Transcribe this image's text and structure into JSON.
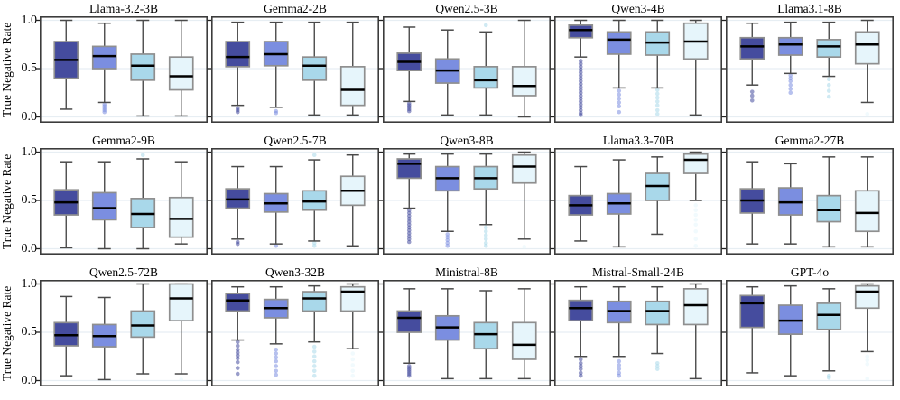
{
  "chart_data": {
    "type": "box",
    "title": "",
    "ylabel": "True Negative Rate",
    "ylim": [
      0.0,
      1.0
    ],
    "yticks": [
      1.0,
      0.5,
      0.0
    ],
    "ytick_labels": [
      "1.0",
      "0.5",
      "0.0"
    ],
    "grid": true,
    "gridline_values": [
      0.0,
      0.5,
      1.0
    ],
    "layout": {
      "rows": 3,
      "cols": 5
    },
    "series_colors": [
      "#454c9e",
      "#7b8ee0",
      "#a9d8ea",
      "#e6f5fb"
    ],
    "frame_color": "#3c3c3c",
    "whisker_color": "#4a4a4a",
    "box_edge_color": "#8f8f8f",
    "median_color": "#000000",
    "subplots": [
      {
        "title": "Llama-3.2-3B",
        "boxes": [
          {
            "median": 0.59,
            "q1": 0.4,
            "q3": 0.78,
            "whislo": 0.08,
            "whishi": 1.0,
            "outliers": []
          },
          {
            "median": 0.63,
            "q1": 0.5,
            "q3": 0.73,
            "whislo": 0.15,
            "whishi": 0.97,
            "outliers": [
              0.13,
              0.11,
              0.09,
              0.07,
              0.05
            ]
          },
          {
            "median": 0.53,
            "q1": 0.38,
            "q3": 0.65,
            "whislo": 0.01,
            "whishi": 1.0,
            "outliers": []
          },
          {
            "median": 0.42,
            "q1": 0.28,
            "q3": 0.62,
            "whislo": 0.01,
            "whishi": 1.0,
            "outliers": []
          }
        ]
      },
      {
        "title": "Gemma2-2B",
        "boxes": [
          {
            "median": 0.62,
            "q1": 0.52,
            "q3": 0.78,
            "whislo": 0.12,
            "whishi": 0.98,
            "outliers": [
              0.09,
              0.07,
              0.05
            ]
          },
          {
            "median": 0.65,
            "q1": 0.53,
            "q3": 0.78,
            "whislo": 0.1,
            "whishi": 0.98,
            "outliers": [
              0.06,
              0.04
            ]
          },
          {
            "median": 0.53,
            "q1": 0.38,
            "q3": 0.62,
            "whislo": 0.02,
            "whishi": 0.98,
            "outliers": []
          },
          {
            "median": 0.28,
            "q1": 0.12,
            "q3": 0.52,
            "whislo": 0.02,
            "whishi": 0.98,
            "outliers": []
          }
        ]
      },
      {
        "title": "Qwen2.5-3B",
        "boxes": [
          {
            "median": 0.57,
            "q1": 0.48,
            "q3": 0.66,
            "whislo": 0.16,
            "whishi": 0.93,
            "outliers": [
              0.14,
              0.12,
              0.1,
              0.08,
              0.06
            ]
          },
          {
            "median": 0.48,
            "q1": 0.35,
            "q3": 0.6,
            "whislo": 0.02,
            "whishi": 0.9,
            "outliers": []
          },
          {
            "median": 0.38,
            "q1": 0.3,
            "q3": 0.52,
            "whislo": 0.02,
            "whishi": 0.88,
            "outliers": [
              0.95
            ]
          },
          {
            "median": 0.32,
            "q1": 0.22,
            "q3": 0.52,
            "whislo": 0.0,
            "whishi": 1.0,
            "outliers": []
          }
        ]
      },
      {
        "title": "Qwen3-4B",
        "boxes": [
          {
            "median": 0.9,
            "q1": 0.82,
            "q3": 0.95,
            "whislo": 0.62,
            "whishi": 1.0,
            "outliers": [
              0.58,
              0.55,
              0.52,
              0.49,
              0.46,
              0.43,
              0.4,
              0.37,
              0.34,
              0.31,
              0.28,
              0.25,
              0.22,
              0.19,
              0.16,
              0.13,
              0.1,
              0.07,
              0.04,
              0.02
            ]
          },
          {
            "median": 0.8,
            "q1": 0.65,
            "q3": 0.88,
            "whislo": 0.3,
            "whishi": 1.0,
            "outliers": [
              0.27,
              0.23,
              0.19,
              0.15,
              0.11,
              0.05
            ]
          },
          {
            "median": 0.77,
            "q1": 0.64,
            "q3": 0.88,
            "whislo": 0.3,
            "whishi": 1.0,
            "outliers": [
              0.28,
              0.24,
              0.2,
              0.16,
              0.12,
              0.07,
              0.03
            ]
          },
          {
            "median": 0.78,
            "q1": 0.6,
            "q3": 0.97,
            "whislo": 0.02,
            "whishi": 1.0,
            "outliers": []
          }
        ]
      },
      {
        "title": "Llama3.1-8B",
        "boxes": [
          {
            "median": 0.73,
            "q1": 0.6,
            "q3": 0.82,
            "whislo": 0.33,
            "whishi": 0.97,
            "outliers": [
              0.26,
              0.22,
              0.17
            ]
          },
          {
            "median": 0.75,
            "q1": 0.64,
            "q3": 0.82,
            "whislo": 0.45,
            "whishi": 0.98,
            "outliers": [
              0.43,
              0.4,
              0.37,
              0.33,
              0.29,
              0.25
            ]
          },
          {
            "median": 0.73,
            "q1": 0.62,
            "q3": 0.8,
            "whislo": 0.42,
            "whishi": 0.98,
            "outliers": [
              0.39,
              0.33,
              0.27,
              0.21
            ]
          },
          {
            "median": 0.75,
            "q1": 0.55,
            "q3": 0.88,
            "whislo": 0.15,
            "whishi": 1.0,
            "outliers": [
              0.03
            ]
          }
        ]
      },
      {
        "title": "Gemma2-9B",
        "boxes": [
          {
            "median": 0.48,
            "q1": 0.35,
            "q3": 0.61,
            "whislo": 0.01,
            "whishi": 0.9,
            "outliers": []
          },
          {
            "median": 0.42,
            "q1": 0.3,
            "q3": 0.58,
            "whislo": 0.0,
            "whishi": 0.9,
            "outliers": []
          },
          {
            "median": 0.36,
            "q1": 0.22,
            "q3": 0.52,
            "whislo": 0.0,
            "whishi": 0.93,
            "outliers": [
              0.97
            ]
          },
          {
            "median": 0.31,
            "q1": 0.12,
            "q3": 0.53,
            "whislo": 0.05,
            "whishi": 0.9,
            "outliers": []
          }
        ]
      },
      {
        "title": "Qwen2.5-7B",
        "boxes": [
          {
            "median": 0.51,
            "q1": 0.42,
            "q3": 0.62,
            "whislo": 0.1,
            "whishi": 0.85,
            "outliers": [
              0.07,
              0.05
            ]
          },
          {
            "median": 0.47,
            "q1": 0.38,
            "q3": 0.57,
            "whislo": 0.05,
            "whishi": 0.85,
            "outliers": [
              0.03
            ]
          },
          {
            "median": 0.49,
            "q1": 0.4,
            "q3": 0.6,
            "whislo": 0.08,
            "whishi": 0.92,
            "outliers": [
              0.97,
              0.06,
              0.03
            ]
          },
          {
            "median": 0.6,
            "q1": 0.45,
            "q3": 0.75,
            "whislo": 0.03,
            "whishi": 0.97,
            "outliers": []
          }
        ]
      },
      {
        "title": "Qwen3-8B",
        "boxes": [
          {
            "median": 0.88,
            "q1": 0.73,
            "q3": 0.93,
            "whislo": 0.42,
            "whishi": 0.98,
            "outliers": [
              0.4,
              0.37,
              0.34,
              0.31,
              0.28,
              0.25,
              0.22,
              0.19,
              0.16,
              0.13,
              0.1,
              0.07
            ]
          },
          {
            "median": 0.73,
            "q1": 0.6,
            "q3": 0.85,
            "whislo": 0.18,
            "whishi": 0.98,
            "outliers": [
              0.15,
              0.12,
              0.09,
              0.06,
              0.03
            ]
          },
          {
            "median": 0.73,
            "q1": 0.62,
            "q3": 0.85,
            "whislo": 0.25,
            "whishi": 0.98,
            "outliers": [
              0.22,
              0.18,
              0.14,
              0.1,
              0.06,
              0.03
            ]
          },
          {
            "median": 0.85,
            "q1": 0.68,
            "q3": 0.97,
            "whislo": 0.1,
            "whishi": 1.0,
            "outliers": [
              0.02
            ]
          }
        ]
      },
      {
        "title": "Llama3.3-70B",
        "boxes": [
          {
            "median": 0.45,
            "q1": 0.35,
            "q3": 0.55,
            "whislo": 0.08,
            "whishi": 0.85,
            "outliers": []
          },
          {
            "median": 0.47,
            "q1": 0.36,
            "q3": 0.57,
            "whislo": 0.02,
            "whishi": 0.92,
            "outliers": []
          },
          {
            "median": 0.65,
            "q1": 0.5,
            "q3": 0.78,
            "whislo": 0.15,
            "whishi": 0.95,
            "outliers": []
          },
          {
            "median": 0.92,
            "q1": 0.78,
            "q3": 0.98,
            "whislo": 0.5,
            "whishi": 1.0,
            "outliers": [
              0.45,
              0.4,
              0.35,
              0.3,
              0.25,
              0.18,
              0.1,
              0.03
            ]
          }
        ]
      },
      {
        "title": "Gemma2-27B",
        "boxes": [
          {
            "median": 0.5,
            "q1": 0.37,
            "q3": 0.62,
            "whislo": 0.05,
            "whishi": 0.9,
            "outliers": []
          },
          {
            "median": 0.48,
            "q1": 0.35,
            "q3": 0.63,
            "whislo": 0.05,
            "whishi": 0.88,
            "outliers": []
          },
          {
            "median": 0.4,
            "q1": 0.28,
            "q3": 0.55,
            "whislo": 0.02,
            "whishi": 0.95,
            "outliers": []
          },
          {
            "median": 0.37,
            "q1": 0.18,
            "q3": 0.6,
            "whislo": 0.02,
            "whishi": 0.95,
            "outliers": []
          }
        ]
      },
      {
        "title": "Qwen2.5-72B",
        "boxes": [
          {
            "median": 0.47,
            "q1": 0.36,
            "q3": 0.6,
            "whislo": 0.05,
            "whishi": 0.87,
            "outliers": []
          },
          {
            "median": 0.46,
            "q1": 0.35,
            "q3": 0.58,
            "whislo": 0.01,
            "whishi": 0.86,
            "outliers": []
          },
          {
            "median": 0.57,
            "q1": 0.45,
            "q3": 0.72,
            "whislo": 0.07,
            "whishi": 1.0,
            "outliers": []
          },
          {
            "median": 0.85,
            "q1": 0.62,
            "q3": 1.0,
            "whislo": 0.07,
            "whishi": 1.0,
            "outliers": [
              0.01
            ]
          }
        ]
      },
      {
        "title": "Qwen3-32B",
        "boxes": [
          {
            "median": 0.83,
            "q1": 0.72,
            "q3": 0.9,
            "whislo": 0.42,
            "whishi": 0.97,
            "outliers": [
              0.4,
              0.36,
              0.32,
              0.29,
              0.26,
              0.23,
              0.19,
              0.13,
              0.07
            ]
          },
          {
            "median": 0.75,
            "q1": 0.65,
            "q3": 0.84,
            "whislo": 0.38,
            "whishi": 0.97,
            "outliers": [
              0.32,
              0.28,
              0.24,
              0.2,
              0.15,
              0.1,
              0.06
            ]
          },
          {
            "median": 0.85,
            "q1": 0.72,
            "q3": 0.92,
            "whislo": 0.4,
            "whishi": 0.98,
            "outliers": [
              0.35,
              0.3,
              0.25,
              0.2,
              0.15,
              0.1,
              0.05
            ]
          },
          {
            "median": 0.92,
            "q1": 0.72,
            "q3": 0.97,
            "whislo": 0.33,
            "whishi": 1.0,
            "outliers": [
              0.28,
              0.22,
              0.16,
              0.1,
              0.05
            ]
          }
        ]
      },
      {
        "title": "Ministral-8B",
        "boxes": [
          {
            "median": 0.65,
            "q1": 0.5,
            "q3": 0.72,
            "whislo": 0.18,
            "whishi": 0.95,
            "outliers": [
              0.15,
              0.13,
              0.11,
              0.09,
              0.07,
              0.05
            ]
          },
          {
            "median": 0.55,
            "q1": 0.42,
            "q3": 0.67,
            "whislo": 0.02,
            "whishi": 0.95,
            "outliers": []
          },
          {
            "median": 0.48,
            "q1": 0.33,
            "q3": 0.6,
            "whislo": 0.02,
            "whishi": 0.93,
            "outliers": []
          },
          {
            "median": 0.37,
            "q1": 0.22,
            "q3": 0.6,
            "whislo": 0.02,
            "whishi": 0.95,
            "outliers": []
          }
        ]
      },
      {
        "title": "Mistral-Small-24B",
        "boxes": [
          {
            "median": 0.75,
            "q1": 0.62,
            "q3": 0.83,
            "whislo": 0.25,
            "whishi": 0.97,
            "outliers": [
              0.22,
              0.18,
              0.15,
              0.12,
              0.08,
              0.05
            ]
          },
          {
            "median": 0.72,
            "q1": 0.6,
            "q3": 0.82,
            "whislo": 0.25,
            "whishi": 0.97,
            "outliers": [
              0.2,
              0.16,
              0.12,
              0.08,
              0.05
            ]
          },
          {
            "median": 0.72,
            "q1": 0.58,
            "q3": 0.82,
            "whislo": 0.28,
            "whishi": 0.97,
            "outliers": [
              0.18,
              0.15,
              0.12
            ]
          },
          {
            "median": 0.78,
            "q1": 0.58,
            "q3": 0.95,
            "whislo": 0.02,
            "whishi": 1.0,
            "outliers": []
          }
        ]
      },
      {
        "title": "GPT-4o",
        "boxes": [
          {
            "median": 0.8,
            "q1": 0.55,
            "q3": 0.88,
            "whislo": 0.08,
            "whishi": 0.97,
            "outliers": []
          },
          {
            "median": 0.62,
            "q1": 0.48,
            "q3": 0.78,
            "whislo": 0.05,
            "whishi": 0.98,
            "outliers": []
          },
          {
            "median": 0.68,
            "q1": 0.53,
            "q3": 0.8,
            "whislo": 0.1,
            "whishi": 0.95,
            "outliers": [
              0.05,
              0.03
            ]
          },
          {
            "median": 0.92,
            "q1": 0.75,
            "q3": 0.98,
            "whislo": 0.3,
            "whishi": 1.0,
            "outliers": [
              0.25,
              0.21,
              0.17,
              0.02
            ]
          }
        ]
      }
    ]
  }
}
